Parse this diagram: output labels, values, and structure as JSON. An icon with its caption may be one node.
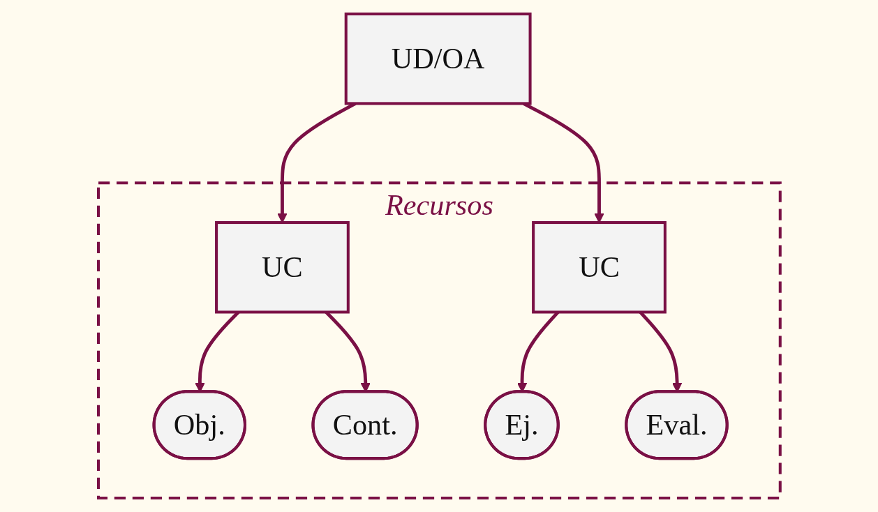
{
  "diagram": {
    "nodes": [
      {
        "text": [
          "UD/OA"
        ]
      },
      {
        "text": [
          "Recursos"
        ]
      },
      {
        "text": [
          "UC"
        ],
        "in": 1
      },
      {
        "text": [
          "UC"
        ],
        "in": 1
      },
      {
        "text": [
          "Obj."
        ],
        "in": 1
      },
      {
        "text": [
          "Cont."
        ],
        "in": 1
      },
      {
        "text": [
          "Ej."
        ],
        "in": 1
      },
      {
        "text": [
          "Eval."
        ],
        "in": 1
      }
    ],
    "edges": [
      {
        "from": 0,
        "to": 2,
        "arrow": "to"
      },
      {
        "from": 0,
        "to": 3,
        "arrow": "to"
      },
      {
        "from": 2,
        "to": 4,
        "arrow": "to"
      },
      {
        "from": 2,
        "to": 5,
        "arrow": "to"
      },
      {
        "from": 3,
        "to": 6,
        "arrow": "to"
      },
      {
        "from": 3,
        "to": 7,
        "arrow": "to"
      }
    ]
  }
}
